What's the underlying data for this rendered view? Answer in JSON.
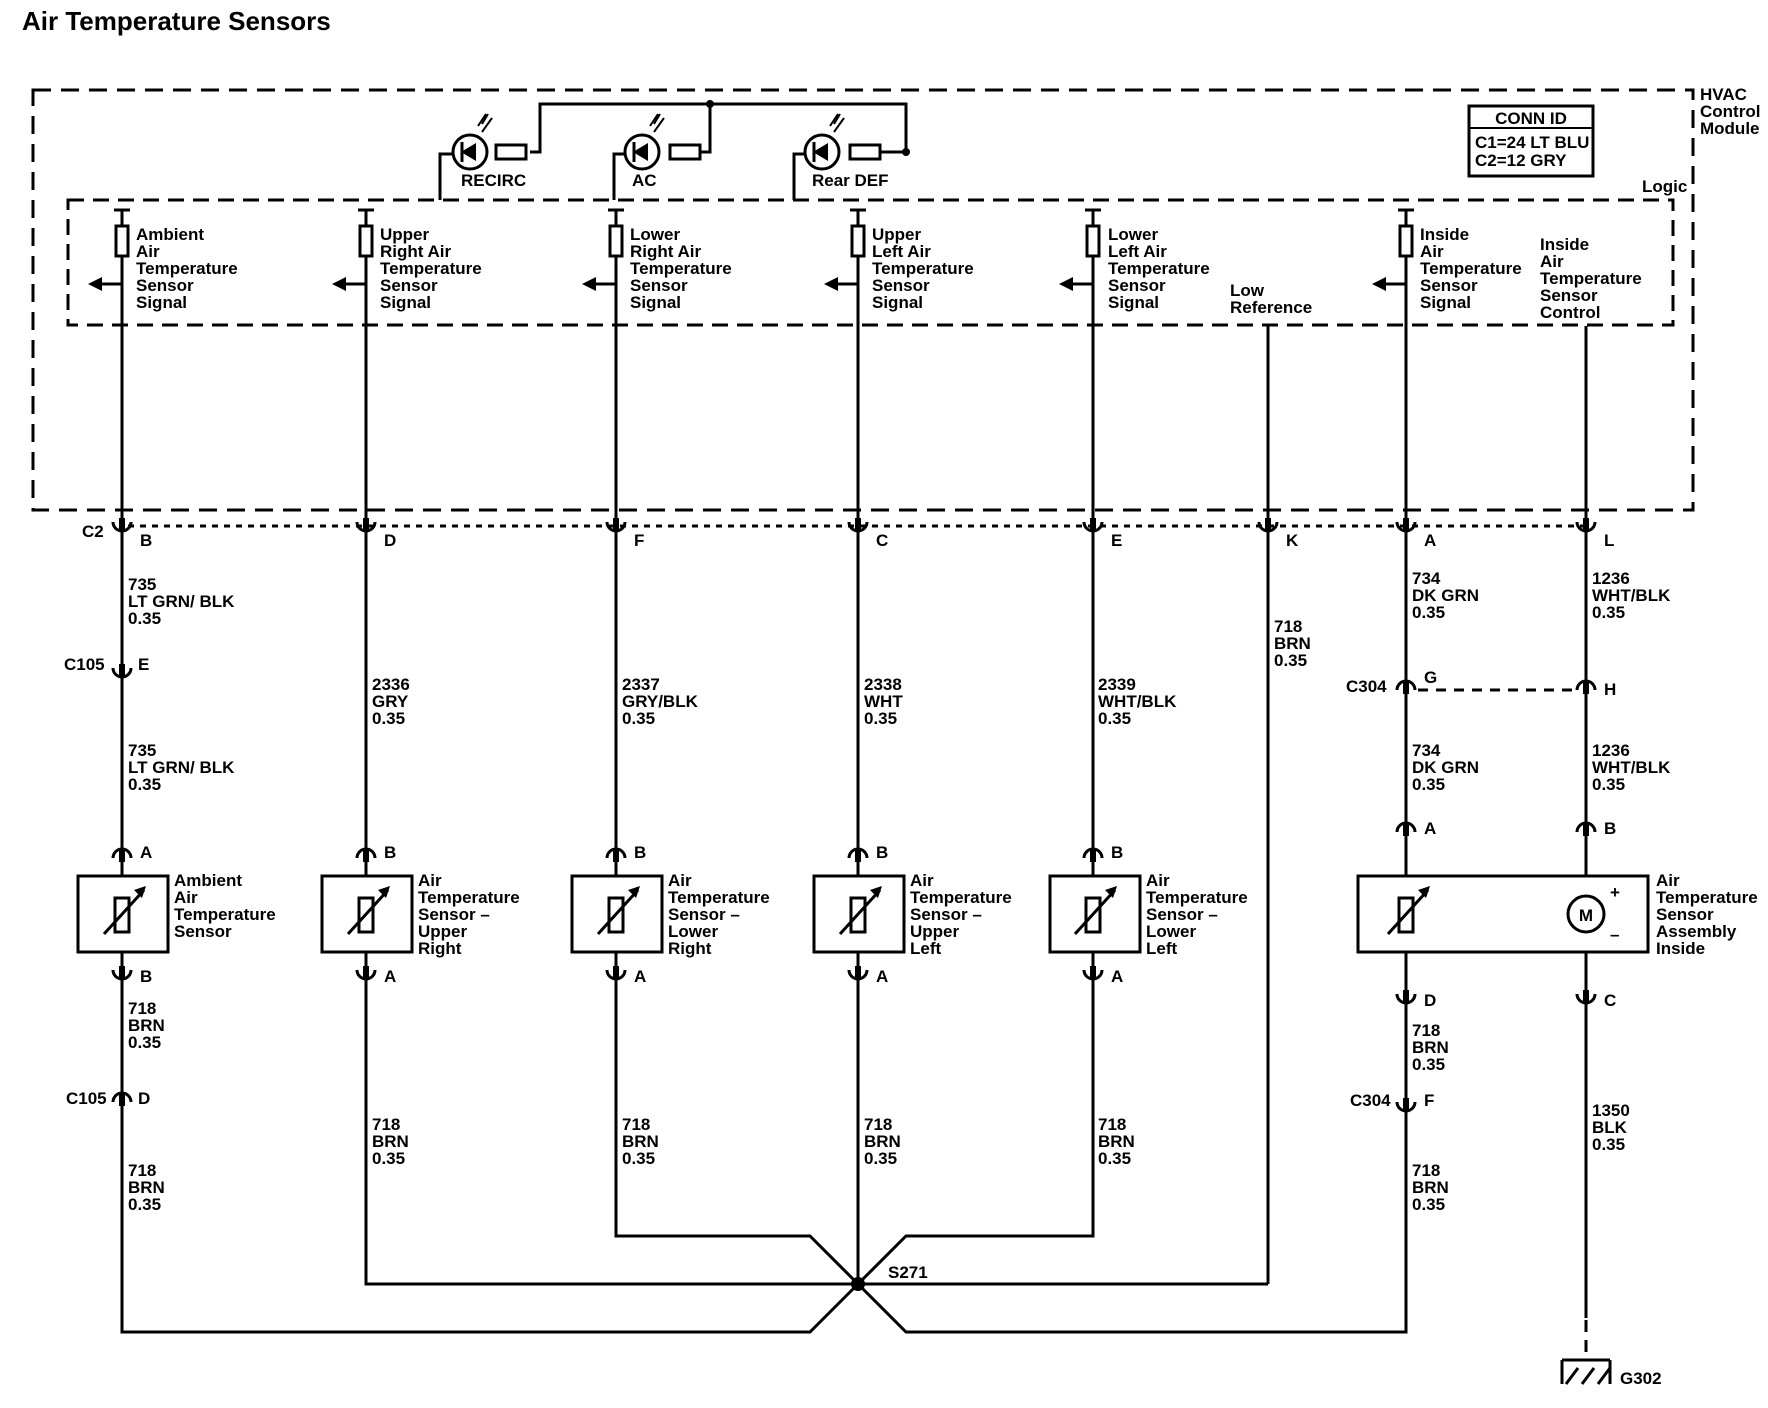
{
  "title": "Air Temperature Sensors",
  "module": {
    "name": [
      "HVAC",
      "Control",
      "Module"
    ],
    "logic_label": "Logic"
  },
  "conn_id": {
    "header": "CONN ID",
    "lines": [
      "C1=24 LT BLU",
      "C2=12 GRY"
    ]
  },
  "indicators": [
    "RECIRC",
    "AC",
    "Rear DEF"
  ],
  "logic_labels": [
    [
      "Ambient",
      "Air",
      "Temperature",
      "Sensor",
      "Signal"
    ],
    [
      "Upper",
      "Right Air",
      "Temperature",
      "Sensor",
      "Signal"
    ],
    [
      "Lower",
      "Right Air",
      "Temperature",
      "Sensor",
      "Signal"
    ],
    [
      "Upper",
      "Left Air",
      "Temperature",
      "Sensor",
      "Signal"
    ],
    [
      "Lower",
      "Left Air",
      "Temperature",
      "Sensor",
      "Signal"
    ],
    [
      "Low",
      "Reference"
    ],
    [
      "Inside",
      "Air",
      "Temperature",
      "Sensor",
      "Signal"
    ],
    [
      "Inside",
      "Air",
      "Temperature",
      "Sensor",
      "Control"
    ]
  ],
  "connector_c2": {
    "name": "C2",
    "pins": [
      "B",
      "D",
      "F",
      "C",
      "E",
      "K",
      "A",
      "L"
    ]
  },
  "wires_top": [
    [
      "735",
      "LT GRN/ BLK",
      "0.35"
    ],
    [
      "2336",
      "GRY",
      "0.35"
    ],
    [
      "2337",
      "GRY/BLK",
      "0.35"
    ],
    [
      "2338",
      "WHT",
      "0.35"
    ],
    [
      "2339",
      "WHT/BLK",
      "0.35"
    ],
    [
      "718",
      "BRN",
      "0.35"
    ],
    [
      "734",
      "DK GRN",
      "0.35"
    ],
    [
      "1236",
      "WHT/BLK",
      "0.35"
    ]
  ],
  "c105": {
    "name": "C105",
    "pin_top": "E",
    "pin_bottom": "D"
  },
  "c304": {
    "name": "C304",
    "pins_top": [
      "G",
      "H"
    ],
    "pin_bottom": "F"
  },
  "wires_mid": [
    [
      "735",
      "LT GRN/ BLK",
      "0.35"
    ],
    [
      "734",
      "DK GRN",
      "0.35"
    ],
    [
      "1236",
      "WHT/BLK",
      "0.35"
    ]
  ],
  "sensors": [
    {
      "label": [
        "Ambient",
        "Air",
        "Temperature",
        "Sensor"
      ],
      "pin_top": "A",
      "pin_bottom": "B"
    },
    {
      "label": [
        "Air",
        "Temperature",
        "Sensor –",
        "Upper",
        "Right"
      ],
      "pin_top": "B",
      "pin_bottom": "A"
    },
    {
      "label": [
        "Air",
        "Temperature",
        "Sensor –",
        "Lower",
        "Right"
      ],
      "pin_top": "B",
      "pin_bottom": "A"
    },
    {
      "label": [
        "Air",
        "Temperature",
        "Sensor –",
        "Upper",
        "Left"
      ],
      "pin_top": "B",
      "pin_bottom": "A"
    },
    {
      "label": [
        "Air",
        "Temperature",
        "Sensor –",
        "Lower",
        "Left"
      ],
      "pin_top": "B",
      "pin_bottom": "A"
    },
    {
      "label": [
        "Air",
        "Temperature",
        "Sensor",
        "Assembly",
        "Inside"
      ],
      "pins_top": [
        "A",
        "B"
      ],
      "pins_bottom": [
        "D",
        "C"
      ],
      "motor": "M",
      "plus": "+",
      "minus": "–"
    }
  ],
  "wires_ground": [
    [
      "718",
      "BRN",
      "0.35"
    ],
    [
      "718",
      "BRN",
      "0.35"
    ],
    [
      "718",
      "BRN",
      "0.35"
    ],
    [
      "718",
      "BRN",
      "0.35"
    ],
    [
      "718",
      "BRN",
      "0.35"
    ],
    [
      "718",
      "BRN",
      "0.35"
    ],
    [
      "718",
      "BRN",
      "0.35"
    ],
    [
      "718",
      "BRN",
      "0.35"
    ],
    [
      "1350",
      "BLK",
      "0.35"
    ]
  ],
  "splice": "S271",
  "ground": "G302"
}
